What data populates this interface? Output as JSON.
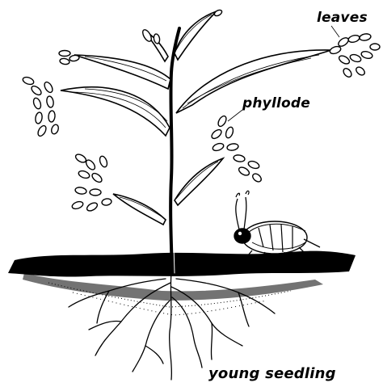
{
  "labels": {
    "leaves": "leaves",
    "phyllode": "phyllode",
    "young_seedling": "young seedling"
  },
  "colors": {
    "ink": "#000000",
    "paper": "#ffffff"
  },
  "parts": [
    "stem",
    "phyllodes",
    "leaflets",
    "soil",
    "roots",
    "insect"
  ]
}
